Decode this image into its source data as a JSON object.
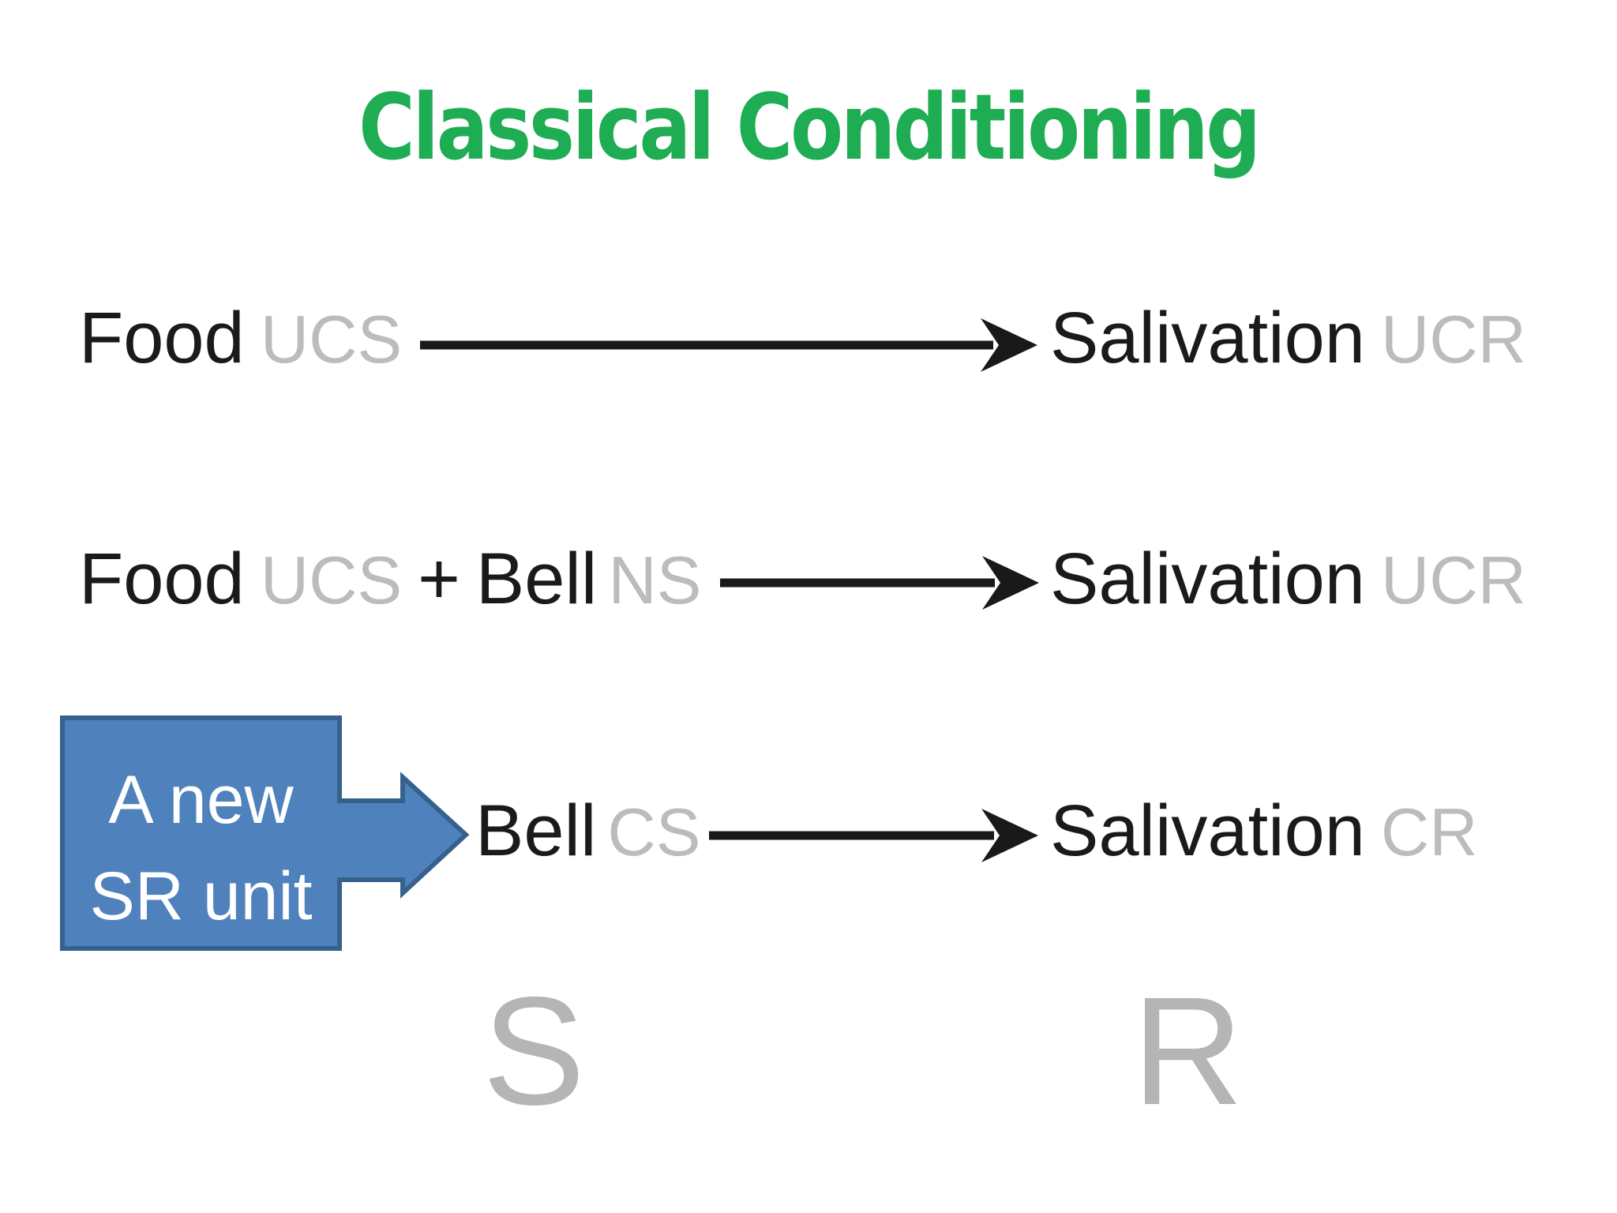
{
  "slide": {
    "title": "Classical Conditioning",
    "row1": {
      "left": "Food",
      "left_tag": "UCS",
      "right": "Salivation",
      "right_tag": "UCR"
    },
    "row2": {
      "left": "Food",
      "left_tag": "UCS",
      "plus": "+",
      "mid": "Bell",
      "mid_tag": "NS",
      "right": "Salivation",
      "right_tag": "UCR"
    },
    "row3": {
      "left": "Bell",
      "left_tag": "CS",
      "right": "Salivation",
      "right_tag": "CR"
    },
    "callout": {
      "line1": "A new",
      "line2": "SR unit"
    },
    "footer": {
      "stimulus": "S",
      "response": "R"
    }
  },
  "colors": {
    "title_green": "#1fad53",
    "text_black": "#1a1a1a",
    "tag_gray": "#bcbcbc",
    "footer_gray": "#b5b5b5",
    "arrow_black": "#191919",
    "callout_fill": "#4f81bd",
    "callout_border": "#36618c",
    "callout_text": "#ffffff"
  }
}
